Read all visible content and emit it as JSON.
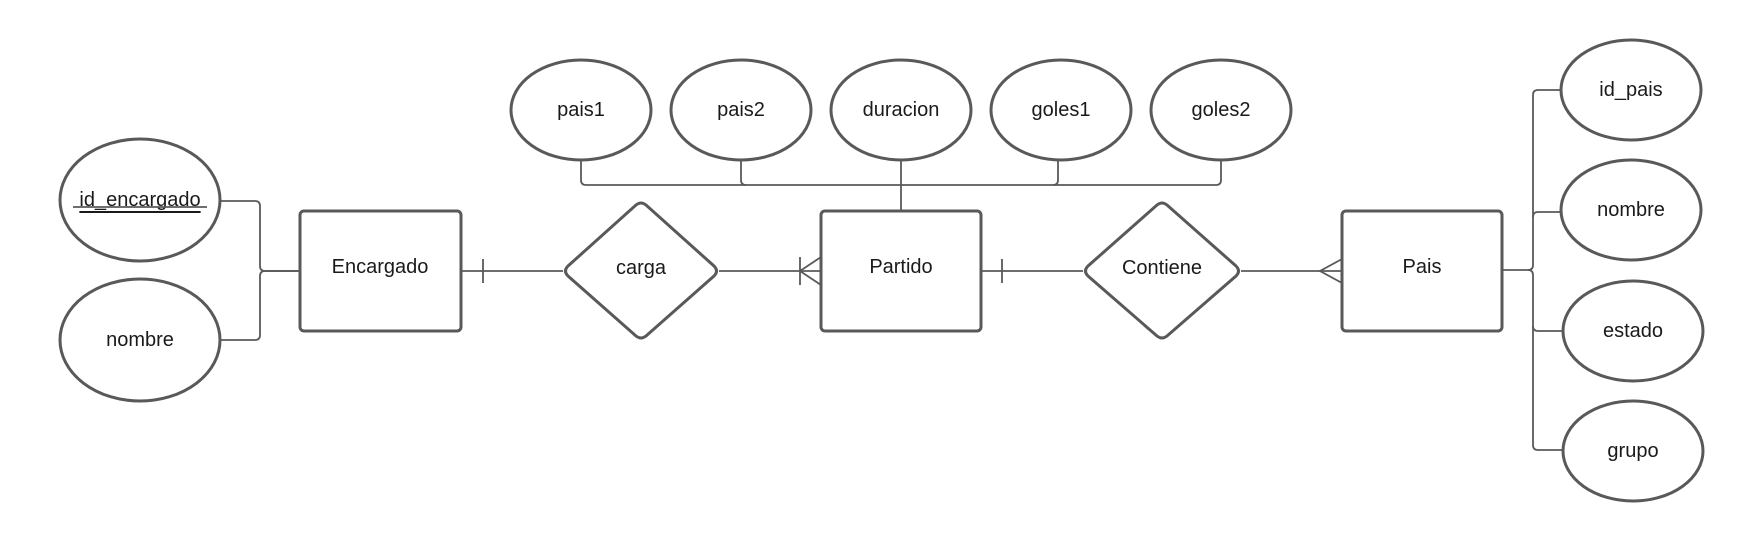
{
  "entities": {
    "encargado": "Encargado",
    "partido": "Partido",
    "pais": "Pais"
  },
  "relationships": {
    "carga": "carga",
    "contiene": "Contiene"
  },
  "attributes": {
    "encargado": {
      "id_encargado": "id_encargado",
      "nombre": "nombre"
    },
    "partido": {
      "pais1": "pais1",
      "pais2": "pais2",
      "duracion": "duracion",
      "goles1": "goles1",
      "goles2": "goles2"
    },
    "pais": {
      "id_pais": "id_pais",
      "nombre": "nombre",
      "estado": "estado",
      "grupo": "grupo"
    }
  }
}
